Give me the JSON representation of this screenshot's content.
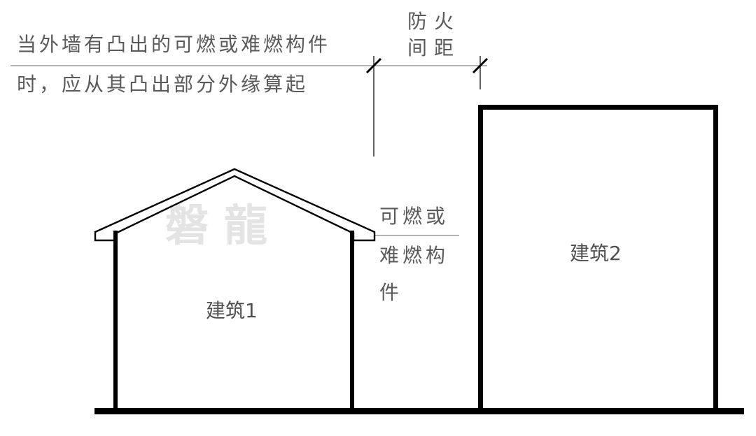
{
  "diagram": {
    "note": {
      "line1": "当外墙有凸出的可燃或难燃构件",
      "line2": "时，应从其凸出部分外缘算起"
    },
    "dimension": {
      "label_line1": "防火",
      "label_line2": "间距"
    },
    "side_label": {
      "line1": "可燃或",
      "line2": "难燃构",
      "line3": "件"
    },
    "buildings": [
      {
        "label": "建筑1"
      },
      {
        "label": "建筑2"
      }
    ],
    "watermark": "磐龍",
    "colors": {
      "stroke": "#000000",
      "text": "#5a5a5a",
      "thin_line": "#9a9a9a",
      "watermark": "#e4e4e4",
      "background": "#ffffff"
    }
  }
}
